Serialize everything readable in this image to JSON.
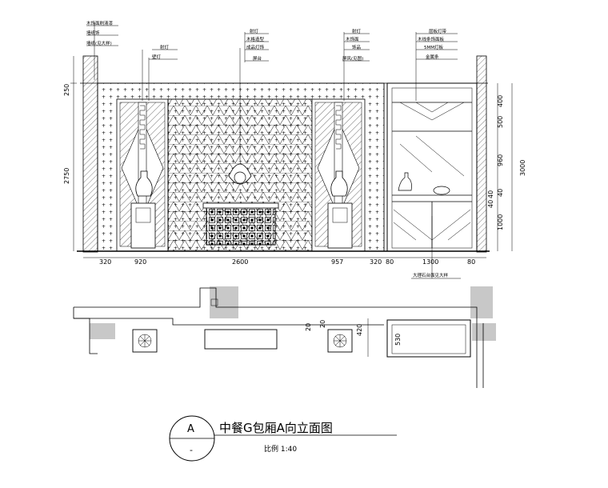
{
  "drawing": {
    "title": "中餐G包厢A向立面图",
    "scale_label": "比例  1:40",
    "section_symbol": {
      "letter": "A",
      "sub": "-"
    }
  },
  "dimensions": {
    "bottom": [
      "320",
      "920",
      "2600",
      "957",
      "320",
      "80",
      "1300",
      "80"
    ],
    "left": [
      "250",
      "2750"
    ],
    "right_segments": [
      "400",
      "500",
      "960",
      "40",
      "1000"
    ],
    "right_total": "3000",
    "right_small": [
      "40",
      "40"
    ],
    "plan_small": [
      "20",
      "20",
      "420"
    ],
    "plan_depth": "530"
  },
  "labels": {
    "left_top": [
      "木饰面刷清漆",
      "墙纸饰",
      "墙纸(见大样)"
    ],
    "left_mid": [
      "射灯",
      "壁灯"
    ],
    "center": [
      "射灯",
      "木格造型",
      "成品灯饰",
      "屏台"
    ],
    "right_mid": [
      "射灯",
      "木饰面",
      "饰品"
    ],
    "right_mid_extra": "屏风(见图)",
    "right_cab": [
      "层板灯带",
      "木线条饰面板",
      "5MM灯板",
      "金属条"
    ],
    "bottom_note": "大理石台面见大样"
  },
  "colors": {
    "line": "#000000",
    "shade": "#c8c8c8"
  }
}
